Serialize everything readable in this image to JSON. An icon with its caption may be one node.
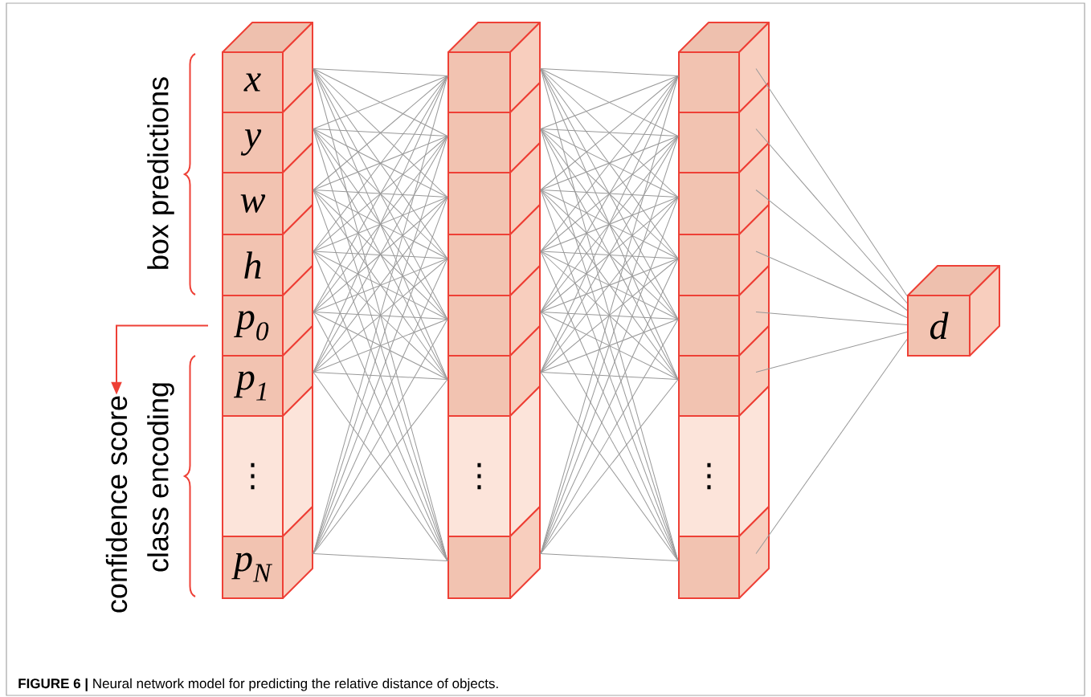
{
  "diagram": {
    "caption": "**FIGURE 6 |** Neural network model for predicting the relative distance of objects.",
    "nodes": [
      {
        "text": [
          "x"
        ]
      },
      {
        "text": [
          "y"
        ]
      },
      {
        "text": [
          "w"
        ]
      },
      {
        "text": [
          "h"
        ]
      },
      {
        "text": [
          "p$_{0}$"
        ]
      },
      {
        "text": [
          "p$_{1}$"
        ]
      },
      {
        "text": [
          "⋮"
        ]
      },
      {
        "text": [
          "p$_{N}$"
        ]
      },
      {
        "text": [],
        "shape": "box"
      },
      {
        "text": [],
        "shape": "box"
      },
      {
        "text": [],
        "shape": "box"
      },
      {
        "text": [],
        "shape": "box"
      },
      {
        "text": [],
        "shape": "box"
      },
      {
        "text": [],
        "shape": "box"
      },
      {
        "text": [
          "⋮"
        ]
      },
      {
        "text": [],
        "shape": "box"
      },
      {
        "text": [],
        "shape": "box"
      },
      {
        "text": [],
        "shape": "box"
      },
      {
        "text": [],
        "shape": "box"
      },
      {
        "text": [],
        "shape": "box"
      },
      {
        "text": [],
        "shape": "box"
      },
      {
        "text": [],
        "shape": "box"
      },
      {
        "text": [
          "⋮"
        ]
      },
      {
        "text": [],
        "shape": "box"
      },
      {
        "text": [
          "d"
        ]
      },
      {
        "text": [
          "confidence score"
        ]
      }
    ],
    "edges": [
      {
        "from": 0,
        "to": 8,
        "arrow": "none"
      },
      {
        "from": 0,
        "to": 9,
        "arrow": "none"
      },
      {
        "from": 0,
        "to": 10,
        "arrow": "none"
      },
      {
        "from": 0,
        "to": 11,
        "arrow": "none"
      },
      {
        "from": 0,
        "to": 12,
        "arrow": "none"
      },
      {
        "from": 0,
        "to": 13,
        "arrow": "none"
      },
      {
        "from": 0,
        "to": 15,
        "arrow": "none"
      },
      {
        "from": 1,
        "to": 8,
        "arrow": "none"
      },
      {
        "from": 1,
        "to": 9,
        "arrow": "none"
      },
      {
        "from": 1,
        "to": 10,
        "arrow": "none"
      },
      {
        "from": 1,
        "to": 11,
        "arrow": "none"
      },
      {
        "from": 1,
        "to": 12,
        "arrow": "none"
      },
      {
        "from": 1,
        "to": 13,
        "arrow": "none"
      },
      {
        "from": 1,
        "to": 15,
        "arrow": "none"
      },
      {
        "from": 2,
        "to": 8,
        "arrow": "none"
      },
      {
        "from": 2,
        "to": 9,
        "arrow": "none"
      },
      {
        "from": 2,
        "to": 10,
        "arrow": "none"
      },
      {
        "from": 2,
        "to": 11,
        "arrow": "none"
      },
      {
        "from": 2,
        "to": 12,
        "arrow": "none"
      },
      {
        "from": 2,
        "to": 13,
        "arrow": "none"
      },
      {
        "from": 2,
        "to": 15,
        "arrow": "none"
      },
      {
        "from": 3,
        "to": 8,
        "arrow": "none"
      },
      {
        "from": 3,
        "to": 9,
        "arrow": "none"
      },
      {
        "from": 3,
        "to": 10,
        "arrow": "none"
      },
      {
        "from": 3,
        "to": 11,
        "arrow": "none"
      },
      {
        "from": 3,
        "to": 12,
        "arrow": "none"
      },
      {
        "from": 3,
        "to": 13,
        "arrow": "none"
      },
      {
        "from": 3,
        "to": 15,
        "arrow": "none"
      },
      {
        "from": 4,
        "to": 8,
        "arrow": "none"
      },
      {
        "from": 4,
        "to": 9,
        "arrow": "none"
      },
      {
        "from": 4,
        "to": 10,
        "arrow": "none"
      },
      {
        "from": 4,
        "to": 11,
        "arrow": "none"
      },
      {
        "from": 4,
        "to": 12,
        "arrow": "none"
      },
      {
        "from": 4,
        "to": 13,
        "arrow": "none"
      },
      {
        "from": 4,
        "to": 15,
        "arrow": "none"
      },
      {
        "from": 5,
        "to": 8,
        "arrow": "none"
      },
      {
        "from": 5,
        "to": 9,
        "arrow": "none"
      },
      {
        "from": 5,
        "to": 10,
        "arrow": "none"
      },
      {
        "from": 5,
        "to": 11,
        "arrow": "none"
      },
      {
        "from": 5,
        "to": 12,
        "arrow": "none"
      },
      {
        "from": 5,
        "to": 13,
        "arrow": "none"
      },
      {
        "from": 5,
        "to": 15,
        "arrow": "none"
      },
      {
        "from": 7,
        "to": 8,
        "arrow": "none"
      },
      {
        "from": 7,
        "to": 9,
        "arrow": "none"
      },
      {
        "from": 7,
        "to": 10,
        "arrow": "none"
      },
      {
        "from": 7,
        "to": 11,
        "arrow": "none"
      },
      {
        "from": 7,
        "to": 12,
        "arrow": "none"
      },
      {
        "from": 7,
        "to": 13,
        "arrow": "none"
      },
      {
        "from": 7,
        "to": 15,
        "arrow": "none"
      },
      {
        "from": 8,
        "to": 16,
        "arrow": "none"
      },
      {
        "from": 8,
        "to": 17,
        "arrow": "none"
      },
      {
        "from": 8,
        "to": 18,
        "arrow": "none"
      },
      {
        "from": 8,
        "to": 19,
        "arrow": "none"
      },
      {
        "from": 8,
        "to": 20,
        "arrow": "none"
      },
      {
        "from": 8,
        "to": 21,
        "arrow": "none"
      },
      {
        "from": 8,
        "to": 23,
        "arrow": "none"
      },
      {
        "from": 9,
        "to": 16,
        "arrow": "none"
      },
      {
        "from": 9,
        "to": 17,
        "arrow": "none"
      },
      {
        "from": 9,
        "to": 18,
        "arrow": "none"
      },
      {
        "from": 9,
        "to": 19,
        "arrow": "none"
      },
      {
        "from": 9,
        "to": 20,
        "arrow": "none"
      },
      {
        "from": 9,
        "to": 21,
        "arrow": "none"
      },
      {
        "from": 9,
        "to": 23,
        "arrow": "none"
      },
      {
        "from": 10,
        "to": 16,
        "arrow": "none"
      },
      {
        "from": 10,
        "to": 17,
        "arrow": "none"
      },
      {
        "from": 10,
        "to": 18,
        "arrow": "none"
      },
      {
        "from": 10,
        "to": 19,
        "arrow": "none"
      },
      {
        "from": 10,
        "to": 20,
        "arrow": "none"
      },
      {
        "from": 10,
        "to": 21,
        "arrow": "none"
      },
      {
        "from": 10,
        "to": 23,
        "arrow": "none"
      },
      {
        "from": 11,
        "to": 16,
        "arrow": "none"
      },
      {
        "from": 11,
        "to": 17,
        "arrow": "none"
      },
      {
        "from": 11,
        "to": 18,
        "arrow": "none"
      },
      {
        "from": 11,
        "to": 19,
        "arrow": "none"
      },
      {
        "from": 11,
        "to": 20,
        "arrow": "none"
      },
      {
        "from": 11,
        "to": 21,
        "arrow": "none"
      },
      {
        "from": 11,
        "to": 23,
        "arrow": "none"
      },
      {
        "from": 12,
        "to": 16,
        "arrow": "none"
      },
      {
        "from": 12,
        "to": 17,
        "arrow": "none"
      },
      {
        "from": 12,
        "to": 18,
        "arrow": "none"
      },
      {
        "from": 12,
        "to": 19,
        "arrow": "none"
      },
      {
        "from": 12,
        "to": 20,
        "arrow": "none"
      },
      {
        "from": 12,
        "to": 21,
        "arrow": "none"
      },
      {
        "from": 12,
        "to": 23,
        "arrow": "none"
      },
      {
        "from": 13,
        "to": 16,
        "arrow": "none"
      },
      {
        "from": 13,
        "to": 17,
        "arrow": "none"
      },
      {
        "from": 13,
        "to": 18,
        "arrow": "none"
      },
      {
        "from": 13,
        "to": 19,
        "arrow": "none"
      },
      {
        "from": 13,
        "to": 20,
        "arrow": "none"
      },
      {
        "from": 13,
        "to": 21,
        "arrow": "none"
      },
      {
        "from": 13,
        "to": 23,
        "arrow": "none"
      },
      {
        "from": 15,
        "to": 16,
        "arrow": "none"
      },
      {
        "from": 15,
        "to": 17,
        "arrow": "none"
      },
      {
        "from": 15,
        "to": 18,
        "arrow": "none"
      },
      {
        "from": 15,
        "to": 19,
        "arrow": "none"
      },
      {
        "from": 15,
        "to": 20,
        "arrow": "none"
      },
      {
        "from": 15,
        "to": 21,
        "arrow": "none"
      },
      {
        "from": 15,
        "to": 23,
        "arrow": "none"
      },
      {
        "from": 16,
        "to": 24,
        "arrow": "none"
      },
      {
        "from": 17,
        "to": 24,
        "arrow": "none"
      },
      {
        "from": 18,
        "to": 24,
        "arrow": "none"
      },
      {
        "from": 19,
        "to": 24,
        "arrow": "none"
      },
      {
        "from": 20,
        "to": 24,
        "arrow": "none"
      },
      {
        "from": 21,
        "to": 24,
        "arrow": "none"
      },
      {
        "from": 23,
        "to": 24,
        "arrow": "none"
      },
      {
        "from": 4,
        "to": 25,
        "arrow": "to",
        "color": "#ee4036"
      }
    ],
    "labels": [
      "box predictions",
      "class encoding"
    ]
  }
}
